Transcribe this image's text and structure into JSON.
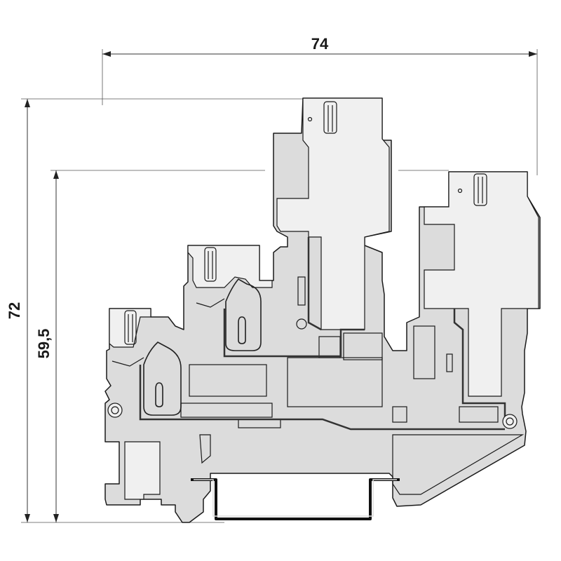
{
  "dimensions": {
    "width": "74",
    "height_total": "72",
    "height_rail": "59,5"
  }
}
